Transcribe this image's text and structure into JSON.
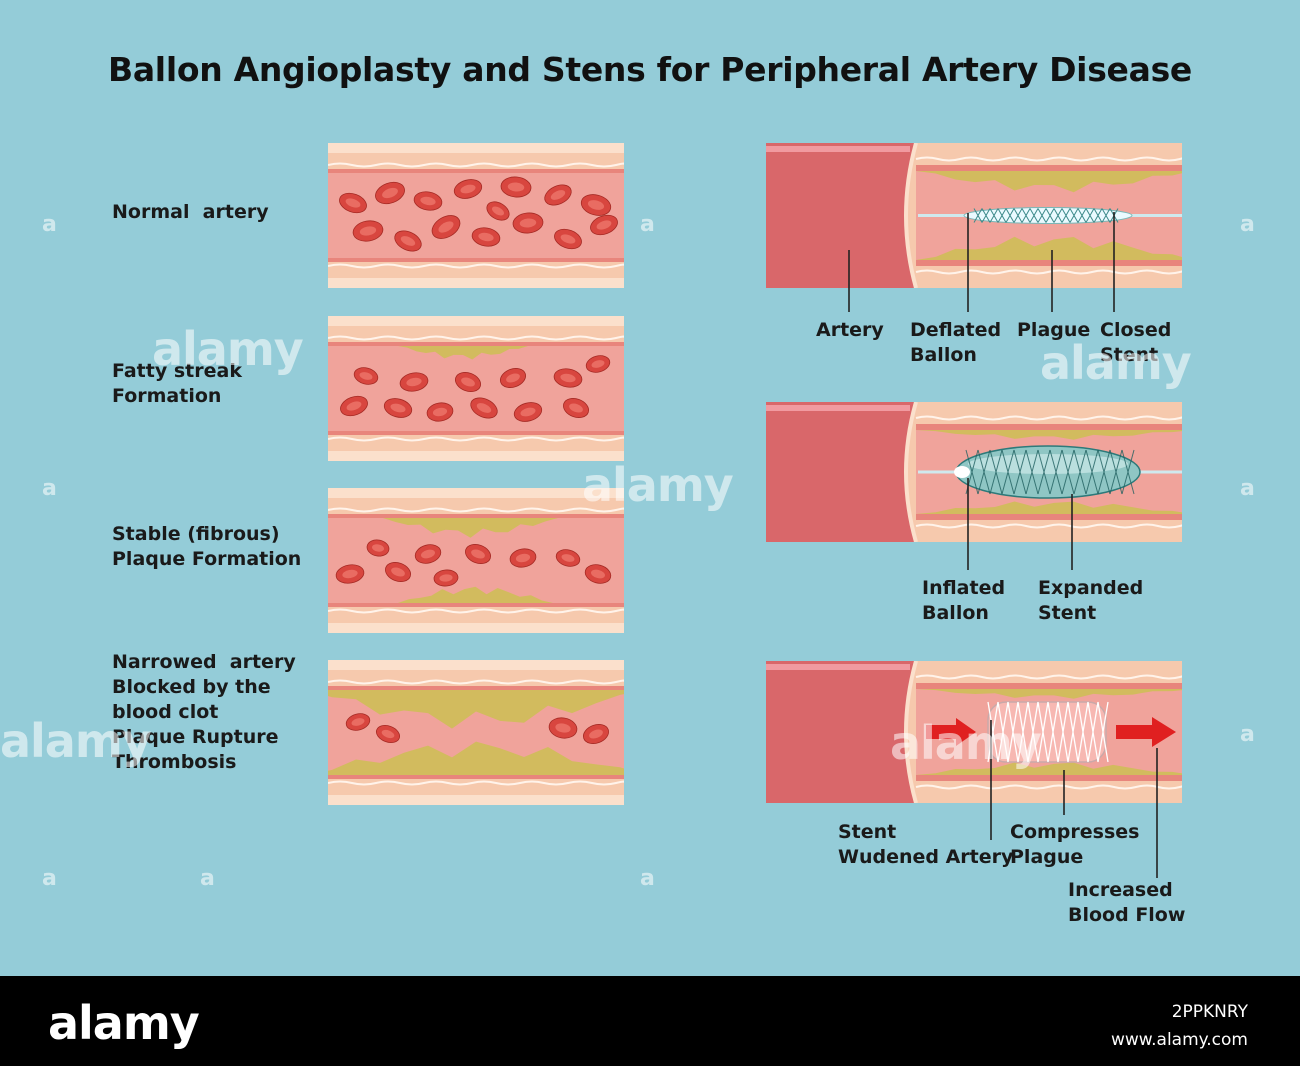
{
  "title": "Ballon Angioplasty and Stens for Peripheral Artery Disease",
  "left_stages": [
    {
      "label": "Normal  artery",
      "plaque": "none"
    },
    {
      "label": "Fatty streak\nFormation",
      "plaque": "streak"
    },
    {
      "label": "Stable (fibrous)\nPlaque Formation",
      "plaque": "fibrous"
    },
    {
      "label": "Narrowed  artery\nBlocked by the\nblood clot\nPlaque Rupture\nThrombosis",
      "plaque": "narrowed"
    }
  ],
  "right_stages": [
    {
      "labels": [
        "Artery",
        "Deflated\nBallon",
        "Plague",
        "Closed\nStent"
      ]
    },
    {
      "labels": [
        "Inflated\nBallon",
        "Expanded\nStent"
      ]
    },
    {
      "labels": [
        "Stent\nWudened Artery",
        "Compresses\nPlague",
        "Increased\nBlood Flow"
      ]
    }
  ],
  "watermark": {
    "small": "a",
    "big": "alamy"
  },
  "footer": {
    "logo": "alamy",
    "image_id": "2PPKNRY",
    "url": "www.alamy.com"
  },
  "colors": {
    "background": "#94ccd8",
    "artery_wall": "#f6c9ad",
    "lumen": "#f0a39b",
    "plaque": "#d2bb5e",
    "blood_cell": "#d8463f",
    "stent": "#8fc6c4",
    "arrow": "#e02020"
  }
}
